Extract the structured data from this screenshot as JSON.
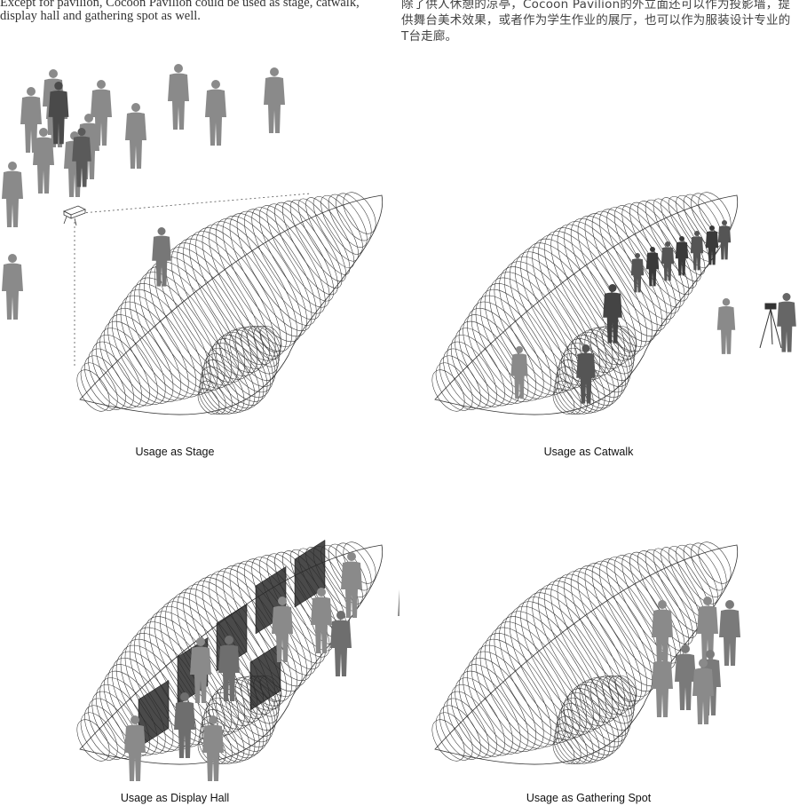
{
  "intro": {
    "english": "Except for pavilion, Cocoon Pavilion could be used as stage, catwalk, display hall and gathering spot as well.",
    "chinese": "除了供人休憩的凉亭，Cocoon Pavilion的外立面还可以作为投影墙，提供舞台美术效果，或者作为学生作业的展厅，也可以作为服装设计专业的T台走廊。"
  },
  "panels": [
    {
      "id": "stage",
      "caption": "Usage as Stage"
    },
    {
      "id": "catwalk",
      "caption": "Usage as Catwalk"
    },
    {
      "id": "display",
      "caption": "Usage as Display Hall"
    },
    {
      "id": "gather",
      "caption": "Usage as Gathering Spot"
    }
  ],
  "colors": {
    "figure": "#8a8a8a",
    "figure_dark": "#3a3a3a",
    "panel_dark": "#2a2a2a",
    "line": "#333333"
  }
}
